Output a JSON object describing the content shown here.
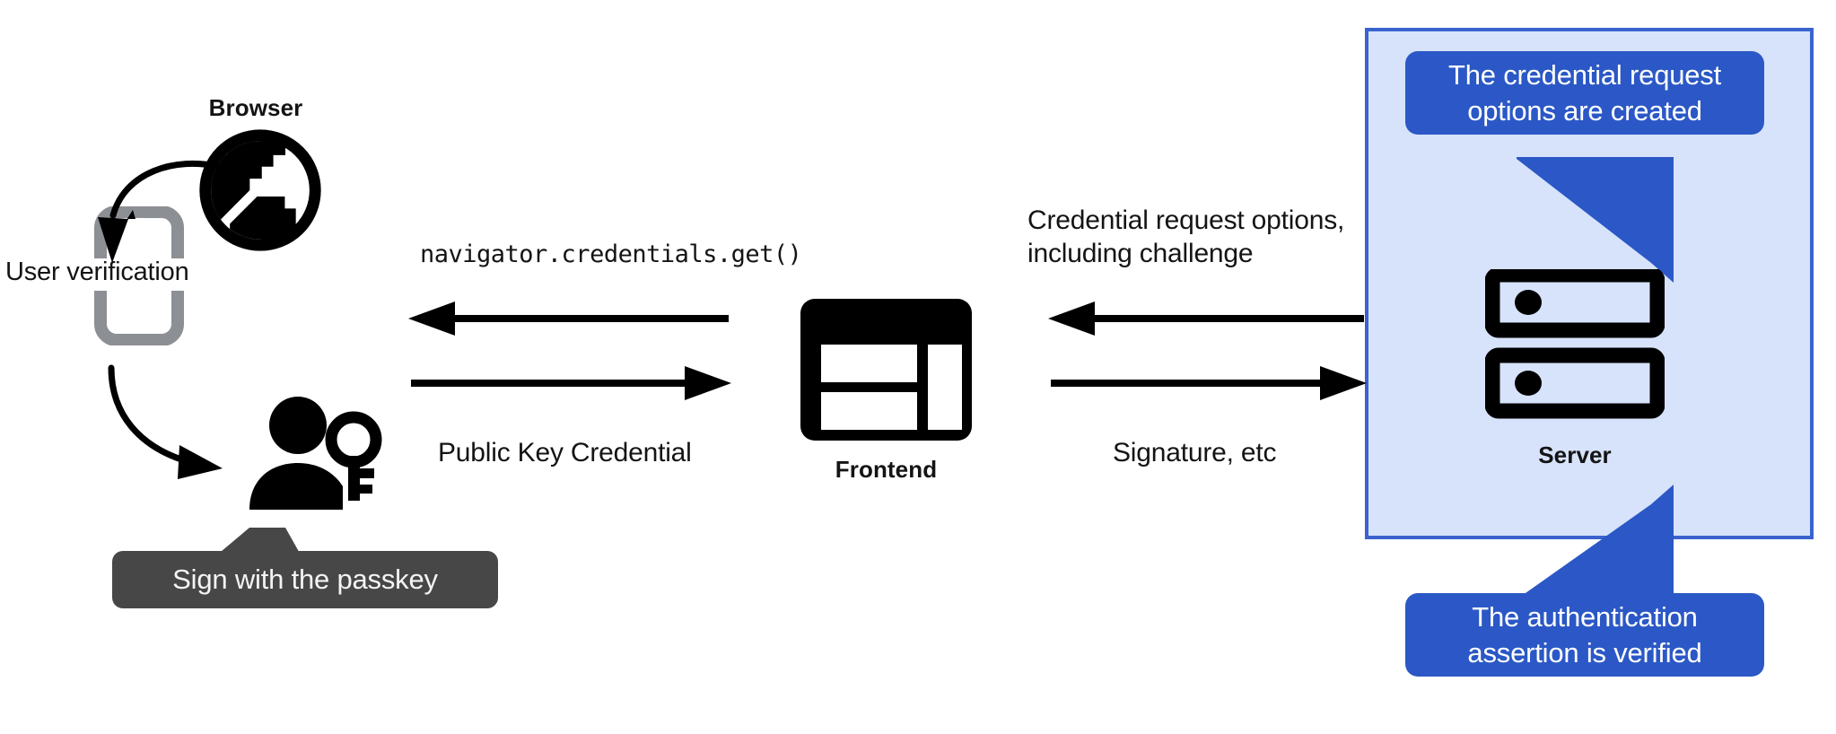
{
  "diagram": {
    "title": "WebAuthn passkey authentication flow",
    "colors": {
      "panel_background": "#d7e3fb",
      "panel_border": "#3b63ce",
      "callout_blue": "#2b58c6",
      "callout_dark": "#474747",
      "icon_black": "#000000",
      "phone_gray": "#8c8f94",
      "text": "#141414"
    }
  },
  "browser": {
    "label": "Browser",
    "icon": "globe-icon"
  },
  "phone": {
    "icon": "smartphone-icon",
    "label": "User verification"
  },
  "user": {
    "icon": "person-with-key-icon"
  },
  "passkey_callout": {
    "text": "Sign with the passkey"
  },
  "frontend": {
    "label": "Frontend",
    "icon": "web-layout-icon"
  },
  "server": {
    "label": "Server",
    "icon": "server-racks-icon"
  },
  "arrows": {
    "browser_to_frontend_in": {
      "label": "navigator.credentials.get()",
      "direction": "left"
    },
    "browser_to_frontend_out": {
      "label": "Public Key Credential",
      "direction": "right"
    },
    "server_to_frontend_in": {
      "label": "Credential request options,\ninclude challenge",
      "label_display": "Credential request options,\nincluding challenge",
      "direction": "left"
    },
    "server_to_frontend_out": {
      "label": "Signature, etc",
      "direction": "right"
    }
  },
  "server_callouts": {
    "top": "The credential request\noptions are created",
    "bottom": "The authentication\nassertion is verified"
  }
}
